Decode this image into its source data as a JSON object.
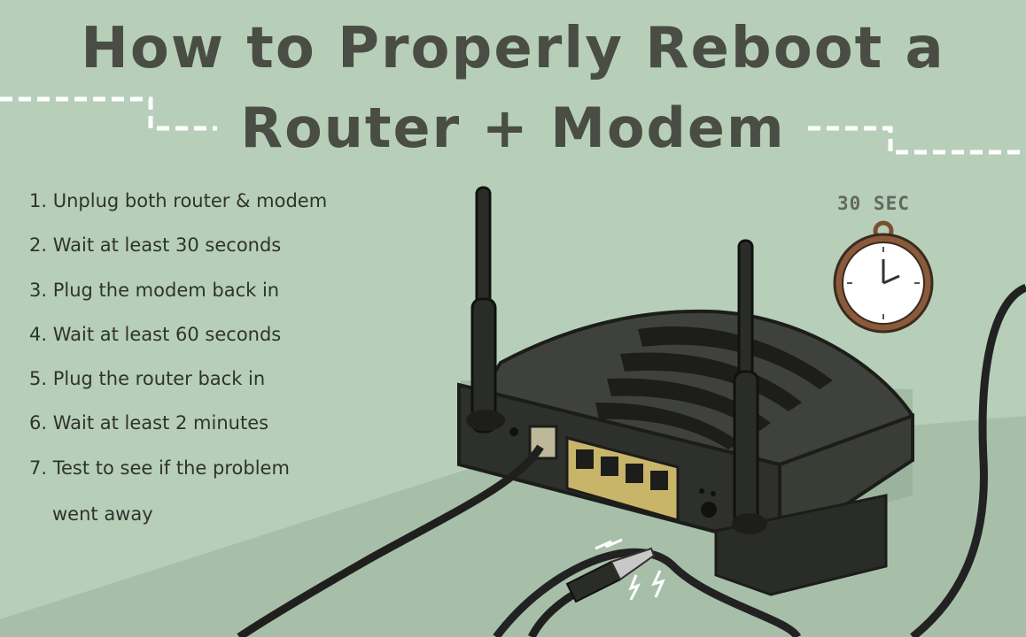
{
  "title": {
    "line1": "How to Properly Reboot a",
    "line2": "Router + Modem"
  },
  "steps": [
    {
      "num": "1.",
      "text": "Unplug both router & modem"
    },
    {
      "num": "2.",
      "text": "Wait at least 30 seconds"
    },
    {
      "num": "3.",
      "text": "Plug the modem back in"
    },
    {
      "num": "4.",
      "text": "Wait at least 60 seconds"
    },
    {
      "num": "5.",
      "text": "Plug the router back in"
    },
    {
      "num": "6.",
      "text": "Wait at least 2 minutes"
    },
    {
      "num": "7.",
      "text": "Test to see if the problem",
      "continuation": "went away"
    }
  ],
  "timer": {
    "label": "30 SEC",
    "icon": "stopwatch-icon"
  },
  "colors": {
    "background": "#b7cfb8",
    "floor": "#a4bca5",
    "title": "#4a4d43",
    "router_body": "#3b3d38",
    "port_panel": "#c9b56a",
    "watch_case": "#8a5a3b"
  }
}
